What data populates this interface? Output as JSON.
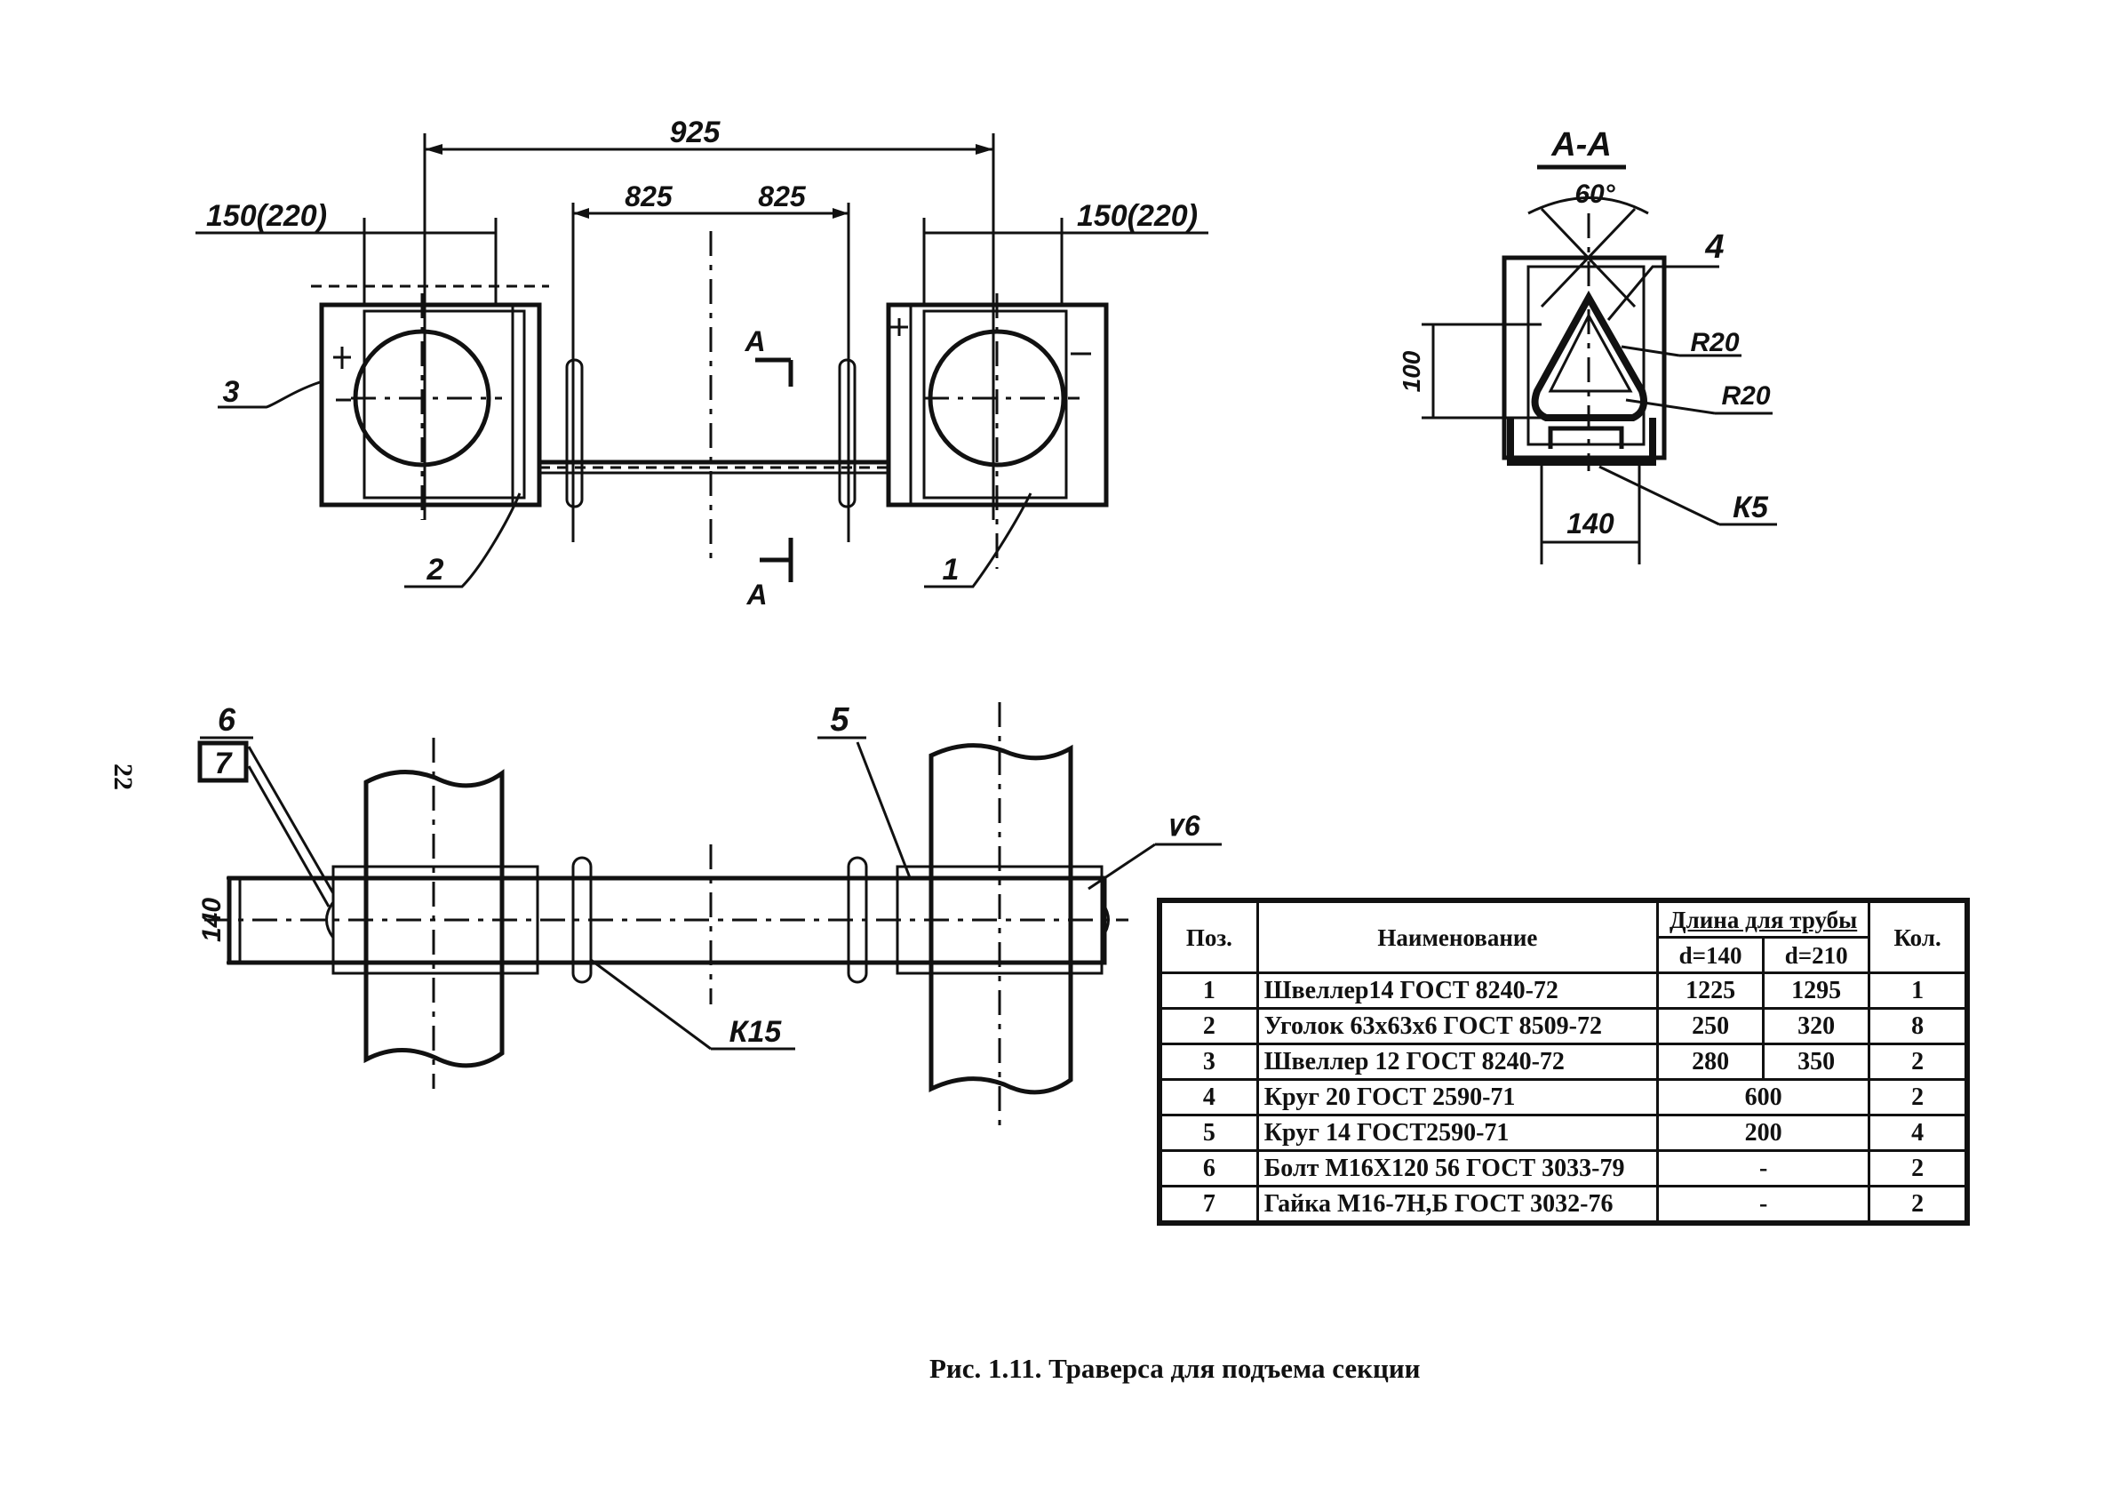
{
  "page_number": "22",
  "caption": "Рис. 1.11. Траверса для подъема секции",
  "top_view": {
    "dim_total": "925",
    "dim_left_end": "150(220)",
    "dim_right_end": "150(220)",
    "dim_center_left": "825",
    "dim_center_right": "825",
    "section_mark_top": "А",
    "section_mark_bottom": "А",
    "callouts": [
      "3",
      "2",
      "1"
    ]
  },
  "section_view": {
    "title": "А-А",
    "angle": "60°",
    "callout_4": "4",
    "radius_1": "R20",
    "radius_2": "R20",
    "height": "100",
    "width": "140",
    "weld": "К5"
  },
  "bottom_view": {
    "callout_6": "6",
    "callout_7": "7",
    "callout_5": "5",
    "weld_v6": "∨6",
    "weld_k15": "К15",
    "height": "140"
  },
  "table": {
    "headers": {
      "pos": "Поз.",
      "name": "Наименование",
      "length": "Длина для трубы",
      "d140": "d=140",
      "d210": "d=210",
      "qty": "Кол."
    },
    "rows": [
      {
        "pos": "1",
        "name": "Швеллер14 ГОСТ 8240-72",
        "d140": "1225",
        "d210": "1295",
        "qty": "1"
      },
      {
        "pos": "2",
        "name": "Уголок 63х63х6 ГОСТ 8509-72",
        "d140": "250",
        "d210": "320",
        "qty": "8"
      },
      {
        "pos": "3",
        "name": "Швеллер 12 ГОСТ 8240-72",
        "d140": "280",
        "d210": "350",
        "qty": "2"
      },
      {
        "pos": "4",
        "name": "Круг 20 ГОСТ 2590-71",
        "length": "600",
        "qty": "2"
      },
      {
        "pos": "5",
        "name": "Круг 14 ГОСТ2590-71",
        "length": "200",
        "qty": "4"
      },
      {
        "pos": "6",
        "name": "Болт М16Х120 56 ГОСТ 3033-79",
        "length": "-",
        "qty": "2"
      },
      {
        "pos": "7",
        "name": "Гайка М16-7Н,Б ГОСТ 3032-76",
        "length": "-",
        "qty": "2"
      }
    ]
  }
}
